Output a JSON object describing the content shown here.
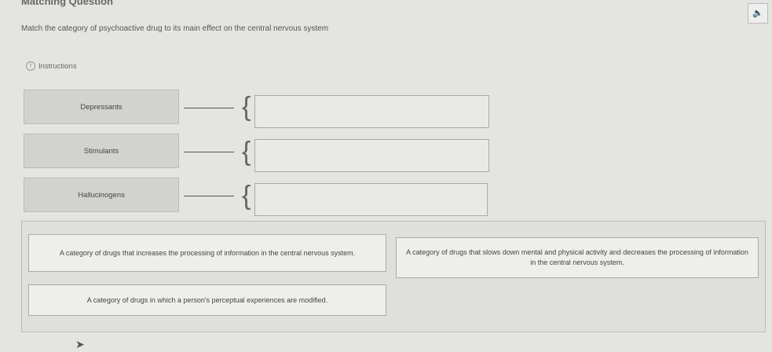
{
  "header": {
    "title": "Matching Question",
    "prompt": "Match the category of psychoactive drug to its main effect on the central nervous system",
    "instructions": "Instructions",
    "audio_icon": "speaker-icon"
  },
  "terms": [
    {
      "label": "Depressants"
    },
    {
      "label": "Stimulants"
    },
    {
      "label": "Hallucinogens"
    }
  ],
  "choices": [
    {
      "text": "A category of drugs that increases the processing of information in the central nervous system."
    },
    {
      "text": "A category of drugs that slows down mental and physical activity and decreases the processing of information in the central nervous system."
    },
    {
      "text": "A category of drugs in which a person's perceptual experiences are modified."
    }
  ]
}
